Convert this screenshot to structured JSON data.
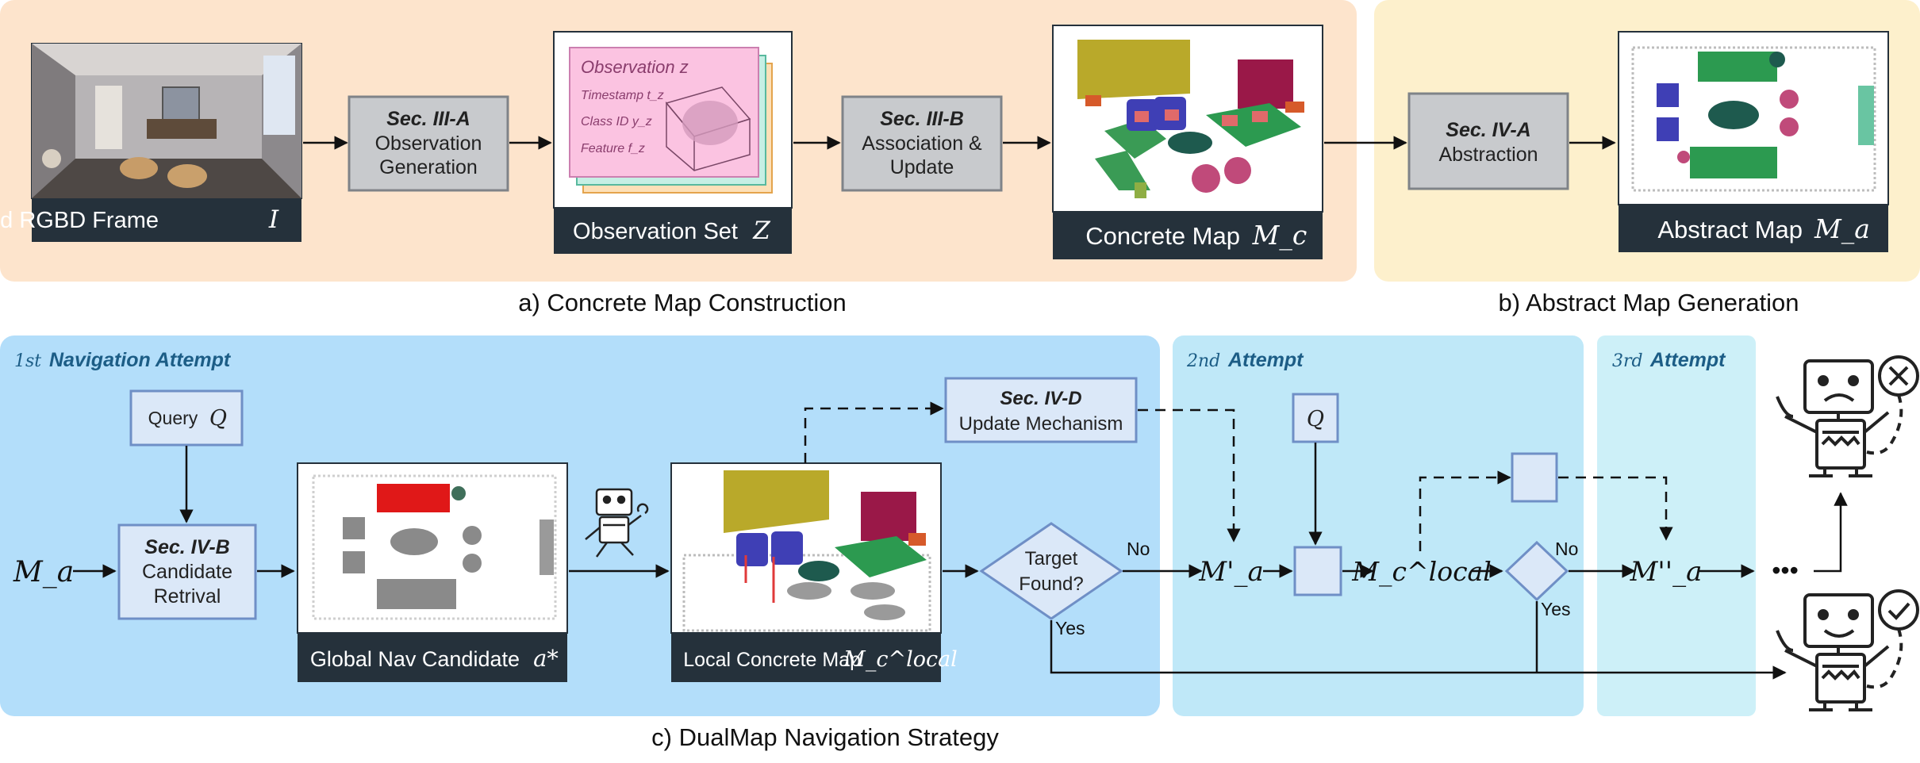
{
  "panels": {
    "a": {
      "caption": "a) Concrete Map Construction"
    },
    "b": {
      "caption": "b) Abstract Map Generation"
    },
    "c": {
      "caption": "c) DualMap Navigation Strategy",
      "attempt1_sup": "1st",
      "attempt1_label": "Navigation Attempt",
      "attempt2_sup": "2nd",
      "attempt2_label": "Attempt",
      "attempt3_sup": "3rd",
      "attempt3_label": "Attempt"
    }
  },
  "top": {
    "rgbd_label": "Posed RGBD Frame",
    "rgbd_symbol": "I",
    "obs_gen_sec": "Sec. III-A",
    "obs_gen_line1": "Observation",
    "obs_gen_line2": "Generation",
    "obs_card_title": "Observation z",
    "obs_card_timestamp": "Timestamp t_z",
    "obs_card_classid": "Class ID y_z",
    "obs_card_feature": "Feature f_z",
    "obs_set_label": "Observation Set",
    "obs_set_symbol": "Z",
    "assoc_sec": "Sec. III-B",
    "assoc_line1": "Association &",
    "assoc_line2": "Update",
    "concrete_label": "Concrete Map",
    "concrete_symbol": "M_c",
    "abstraction_sec": "Sec. IV-A",
    "abstraction_line1": "Abstraction",
    "abstract_label": "Abstract Map",
    "abstract_symbol": "M_a"
  },
  "bottom": {
    "ma_symbol": "M_a",
    "query_label": "Query",
    "query_symbol": "Q",
    "cand_sec": "Sec. IV-B",
    "cand_line1": "Candidate",
    "cand_line2": "Retrival",
    "global_nav_label": "Global Nav Candidate",
    "global_nav_symbol": "a*",
    "update_sec": "Sec. IV-D",
    "update_line1": "Update Mechanism",
    "local_map_label": "Local Concrete Map",
    "local_map_symbol": "M_c^local",
    "target_line1": "Target",
    "target_line2": "Found?",
    "no_label": "No",
    "yes_label": "Yes",
    "ma_prime": "M'_a",
    "q2_symbol": "Q",
    "mc_local": "M_c^local",
    "no2_label": "No",
    "yes2_label": "Yes",
    "ma_double_prime": "M''_a",
    "ellipsis": "•••"
  },
  "colors": {
    "panel_a_bg": "#fde4cc",
    "panel_b_bg": "#fdf0cc",
    "panel_c1_bg": "#b3defa",
    "panel_c2_bg": "#bfe8f8",
    "panel_c3_bg": "#cdf0f8",
    "module_gray": "#c8cacd",
    "module_blue": "#dbe8f8",
    "module_border_blue": "#6f8fc6",
    "label_dark": "#25313b",
    "attempt_text": "#1c5d86"
  }
}
